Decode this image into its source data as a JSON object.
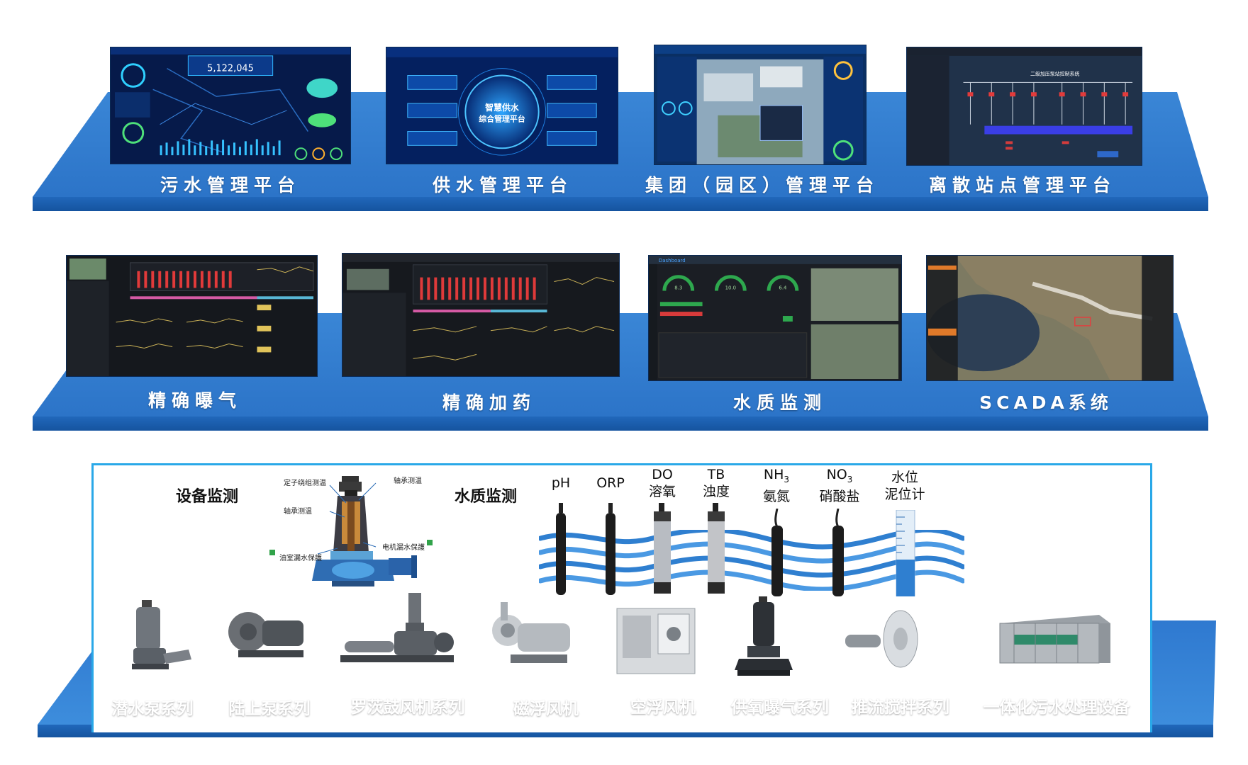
{
  "tier1": {
    "platforms": [
      {
        "label": "污水管理平台",
        "screen_number": "5,122,045"
      },
      {
        "label": "供水管理平台",
        "screen_title_1": "智慧供水",
        "screen_title_2": "综合管理平台"
      },
      {
        "label": "集团（园区）管理平台"
      },
      {
        "label": "离散站点管理平台",
        "screen_title": "二级加压泵站控制系统"
      }
    ]
  },
  "tier2": {
    "systems": [
      {
        "label": "精确曝气"
      },
      {
        "label": "精确加药"
      },
      {
        "label": "水质监测",
        "screen_brand": "Dashboard",
        "gauges": [
          "8.3",
          "10.0",
          "6.4"
        ]
      },
      {
        "label": "SCADA系统"
      }
    ]
  },
  "tier3": {
    "equipment_title": "设备监测",
    "water_quality_title": "水质监测",
    "pump_callouts": [
      "定子绕组测温",
      "轴承测温",
      "轴承测温",
      "电机漏水保護",
      "油室漏水保護"
    ],
    "sensors": [
      {
        "line1": "",
        "line2": "pH"
      },
      {
        "line1": "",
        "line2": "ORP"
      },
      {
        "line1": "DO",
        "line2": "溶氧"
      },
      {
        "line1": "TB",
        "line2": "浊度"
      },
      {
        "line1_base": "NH",
        "line1_sub": "3",
        "line2": "氨氮"
      },
      {
        "line1_base": "NO",
        "line1_sub": "3",
        "line2": "硝酸盐"
      },
      {
        "line1": "水位",
        "line2": "泥位计"
      }
    ],
    "devices": [
      "潜水泵系列",
      "陆上泵系列",
      "罗茨鼓风机系列",
      "磁浮风机",
      "空浮风机",
      "供氧曝气系列",
      "推流搅拌系列",
      "一体化污水处理设备"
    ]
  },
  "colors": {
    "platform_top": "#3f8fdc",
    "platform_front": "#1c62b4",
    "panel_border": "#29a8e8",
    "wave": "#2f7fd0"
  }
}
